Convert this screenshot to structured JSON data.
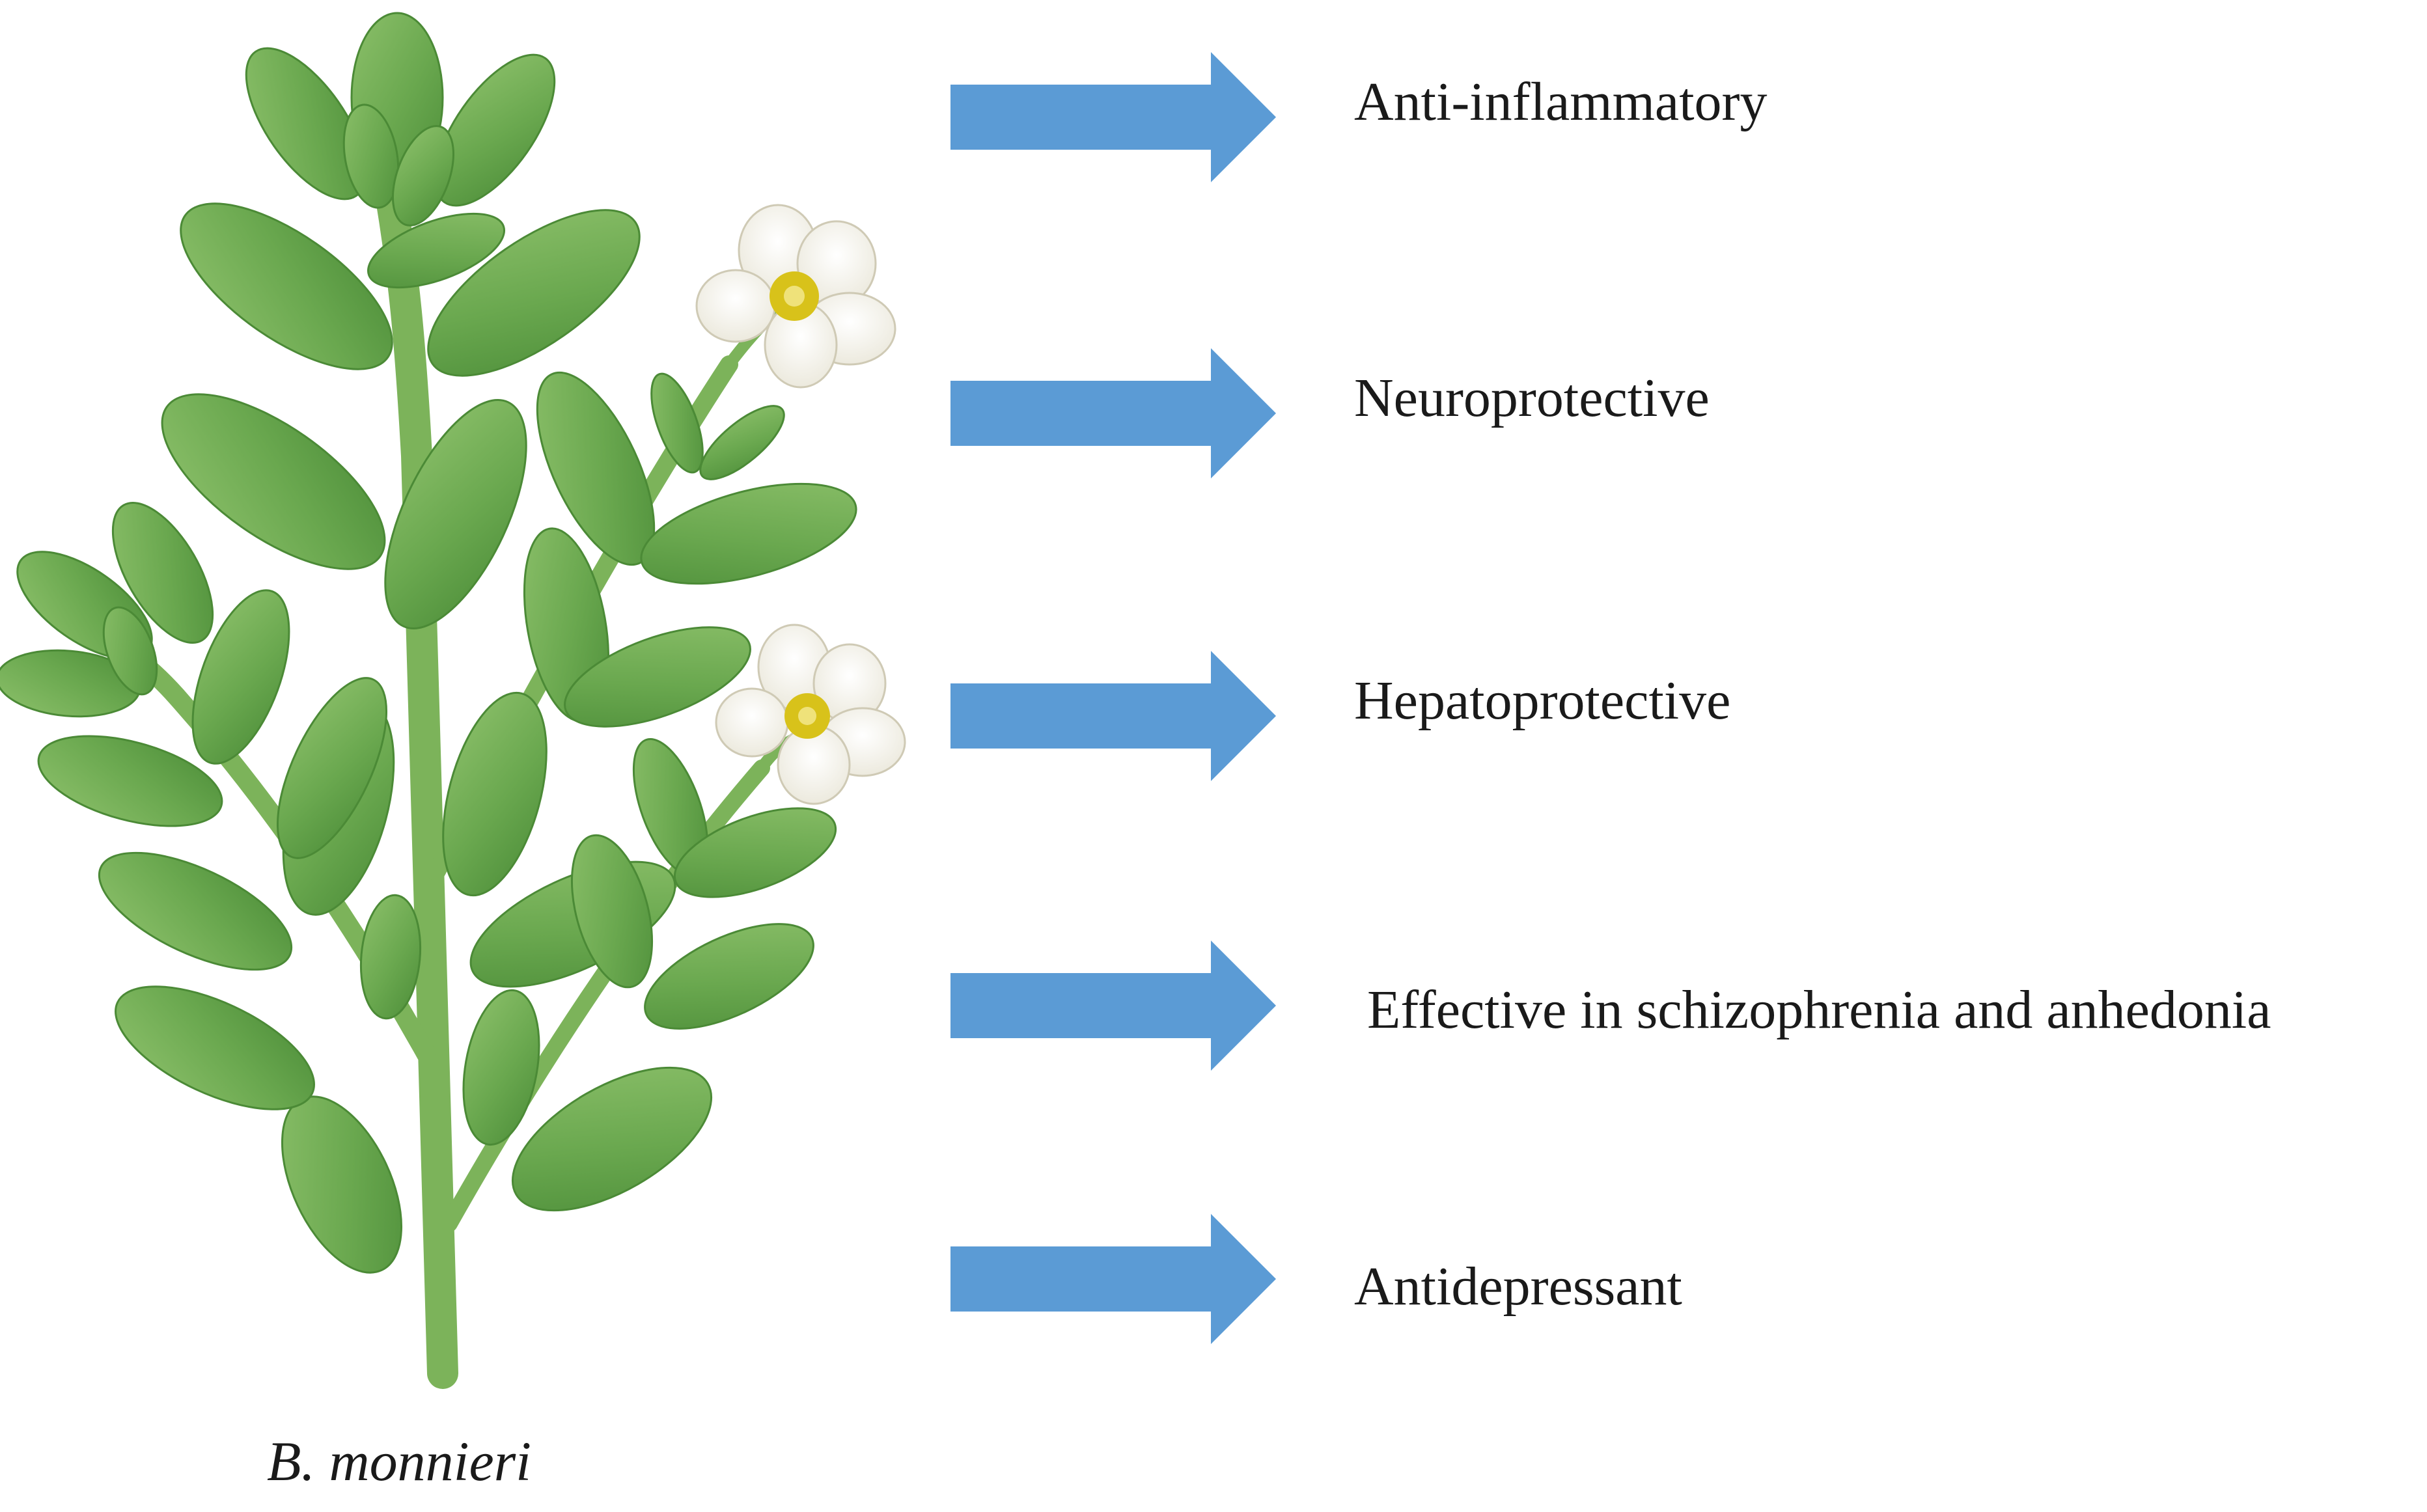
{
  "plant": {
    "name": "B. monnieri",
    "leaf_color": "#6aa84f",
    "leaf_dark": "#4b8a36",
    "stem_color": "#7cb35a",
    "flower_color": "#f7f5ee",
    "flower_center": "#d8c21a"
  },
  "arrow_color": "#5b9bd5",
  "effects": [
    {
      "label": "Anti-inflammatory",
      "icon": "right-arrow-icon"
    },
    {
      "label": "Neuroprotective",
      "icon": "right-arrow-icon"
    },
    {
      "label": "Hepatoprotective",
      "icon": "right-arrow-icon"
    },
    {
      "label": "Effective in schizophrenia and anhedonia",
      "icon": "right-arrow-icon"
    },
    {
      "label": "Antidepressant",
      "icon": "right-arrow-icon"
    }
  ]
}
